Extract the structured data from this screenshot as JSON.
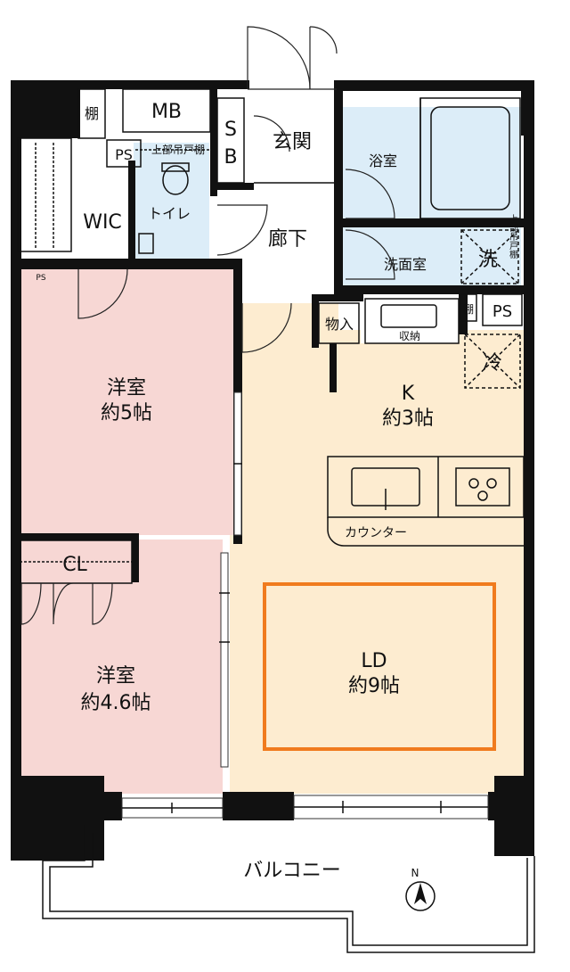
{
  "colors": {
    "wall": "#111111",
    "western_room": "#f7d7d4",
    "kitchen_ld": "#fdecd0",
    "wet_area": "#dcedf8",
    "ld_outline": "#f07b1e"
  },
  "labels": {
    "shelf_top": "棚",
    "mb": "MB",
    "ps_toilet": "PS",
    "upper_shelf_toilet": "上部吊戸棚",
    "sb_s": "S",
    "sb_b": "B",
    "entrance": "玄関",
    "bath": "浴室",
    "wic": "WIC",
    "toilet": "トイレ",
    "corridor": "廊下",
    "washroom": "洗面室",
    "washer": "洗",
    "upper_shelf_wash": "上部吊戸棚",
    "ps_wic": "PS",
    "storage_small": "物入",
    "storage": "収納",
    "shelf_kitchen": "棚",
    "ps_kitchen": "PS",
    "fridge": "冷",
    "room1_name": "洋室",
    "room1_size": "約5帖",
    "kitchen_name": "K",
    "kitchen_size": "約3帖",
    "counter": "カウンター",
    "closet": "CL",
    "room2_name": "洋室",
    "room2_size": "約4.6帖",
    "ld_name": "LD",
    "ld_size": "約9帖",
    "balcony": "バルコニー",
    "north": "N"
  }
}
